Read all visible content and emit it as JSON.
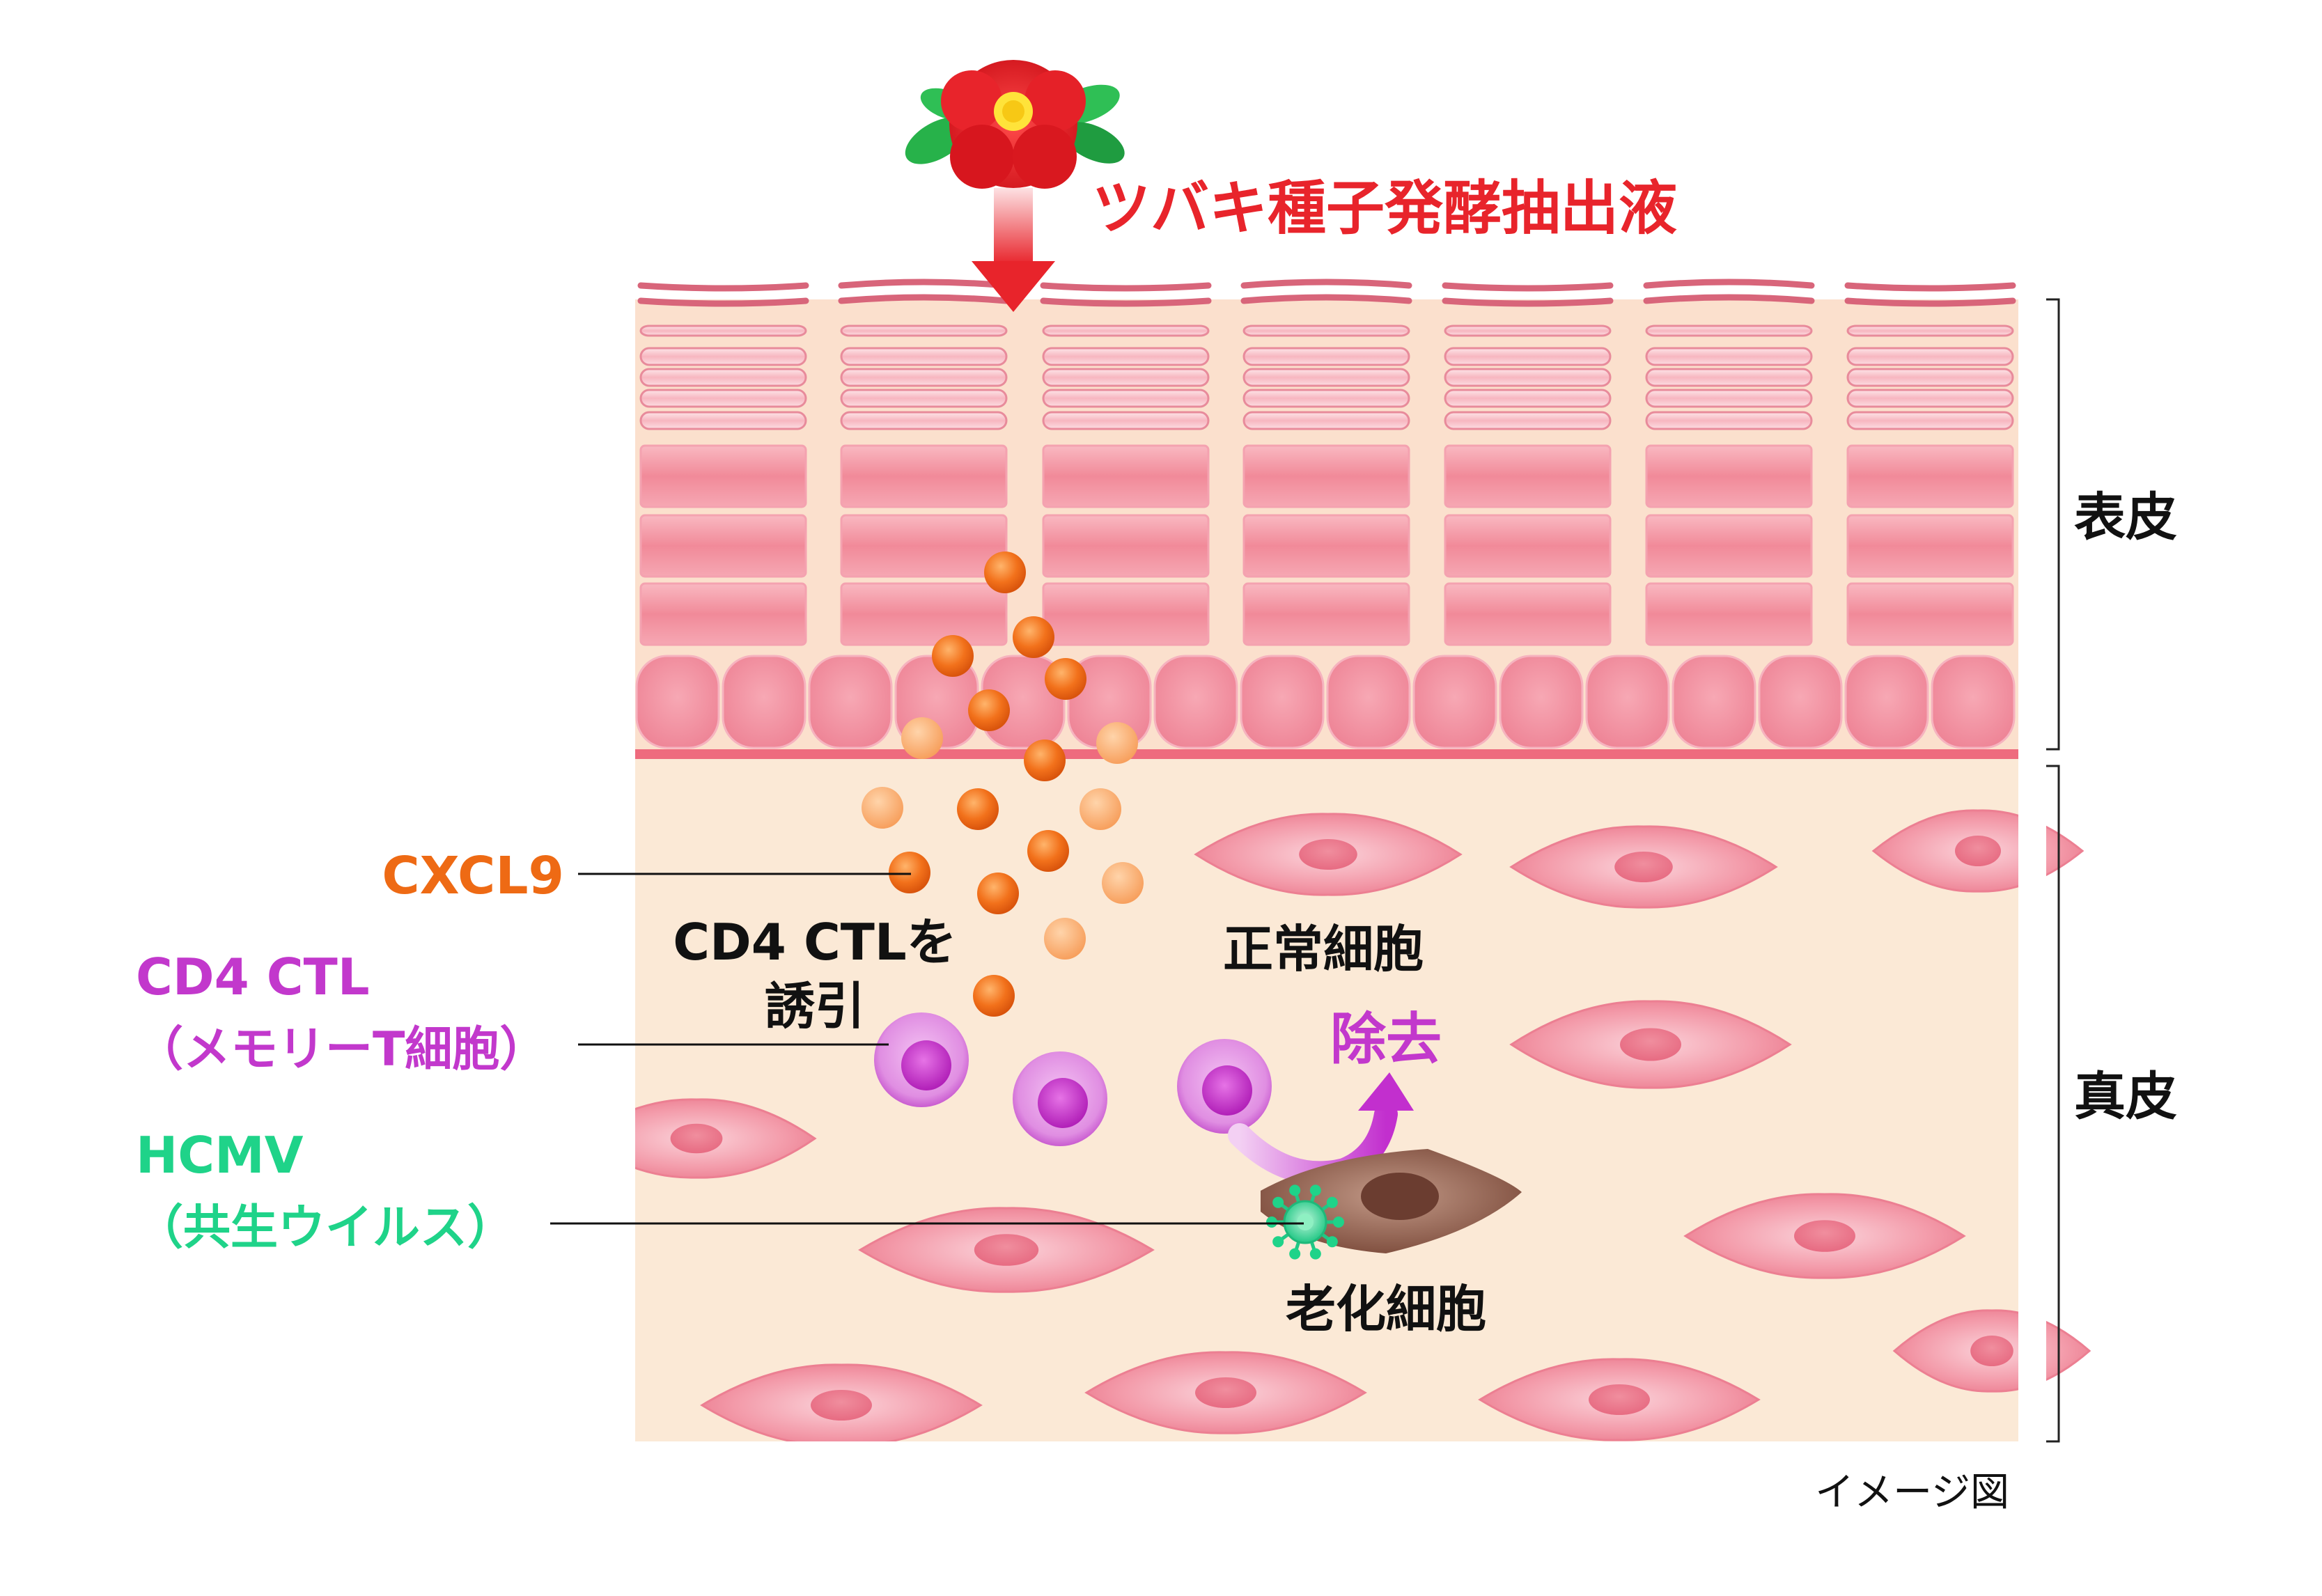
{
  "title": "ツバキ種子発酵抽出液",
  "layers": {
    "epidermis": "表皮",
    "dermis": "真皮"
  },
  "labels": {
    "cxcl9": "CXCL9",
    "cd4ctl_line1": "CD4 CTL",
    "cd4ctl_line2": "（メモリーT細胞）",
    "hcmv_line1": "HCMV",
    "hcmv_line2": "（共生ウイルス）",
    "induce_line1": "CD4 CTLを",
    "induce_line2": "誘引",
    "normal_cell": "正常細胞",
    "removal": "除去",
    "senescent_cell": "老化細胞"
  },
  "footnote": "イメージ図",
  "colors": {
    "title_red": "#e8242b",
    "cxcl9_orange": "#ee6a14",
    "ctl_purple": "#c238cc",
    "hcmv_green": "#1fd389",
    "epidermis_bg": "#fbe1cf",
    "dermis_bg": "#fbe9d6",
    "cell_pink": "#f18c9a",
    "basement_line": "#ee6b7e",
    "senescent_brown": "#8d5b48"
  }
}
